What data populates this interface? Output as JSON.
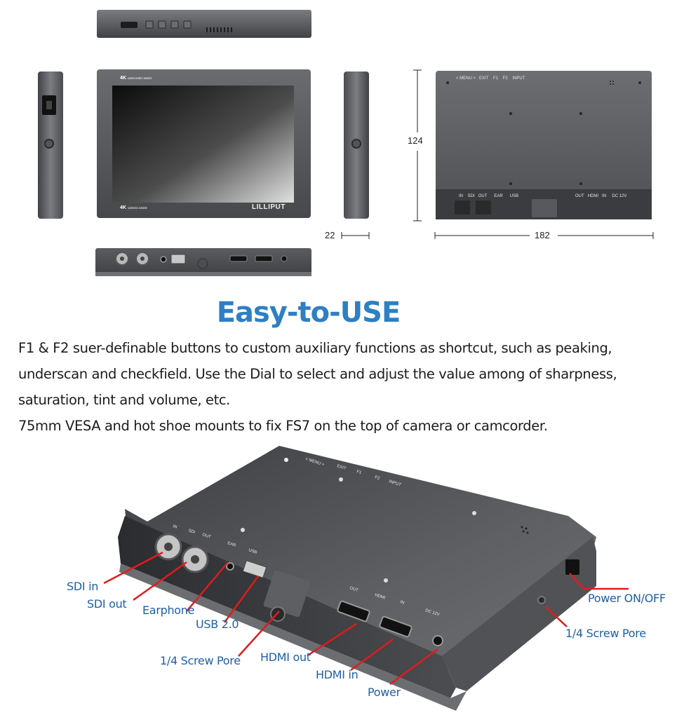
{
  "colors": {
    "accent_blue": "#2e7fc3",
    "callout_red": "#e21b1b",
    "callout_text": "#1f5fa8",
    "device_body": "#5a5c5f"
  },
  "front_view": {
    "badge_top": "4K",
    "badge_top_sub": "camcorder assist",
    "badge_bottom": "4K",
    "badge_bottom_sub": "camera assist",
    "brand": "LILLIPUT"
  },
  "back_panel_labels": {
    "menu": "< MENU >",
    "exit": "EXIT",
    "f1": "F1",
    "f2": "F2",
    "input": "INPUT",
    "in": "IN",
    "sdi": "SDI",
    "out": "OUT",
    "ear": "EAR",
    "usb": "USB",
    "hdmi_out": "OUT",
    "hdmi": "HDMI",
    "hdmi_in": "IN",
    "dc": "DC 12V"
  },
  "dimensions": {
    "depth": "22",
    "height": "124",
    "width": "182"
  },
  "headline": "Easy-to-USE",
  "description": [
    "F1 & F2 suer-definable buttons to custom auxiliary functions as shortcut, such as peaking,",
    "underscan and checkfield. Use the Dial to select and adjust the value among of sharpness,",
    "saturation, tint and volume, etc.",
    "75mm VESA and hot shoe mounts to fix FS7 on the top of camera or camcorder."
  ],
  "callouts": {
    "sdi_in": "SDI in",
    "sdi_out": "SDI out",
    "earphone": "Earphone",
    "usb": "USB 2.0",
    "screw_left": "1/4 Screw Pore",
    "hdmi_out": "HDMI out",
    "hdmi_in": "HDMI in",
    "power": "Power",
    "power_switch": "Power ON/OFF",
    "screw_right": "1/4 Screw Pore"
  }
}
